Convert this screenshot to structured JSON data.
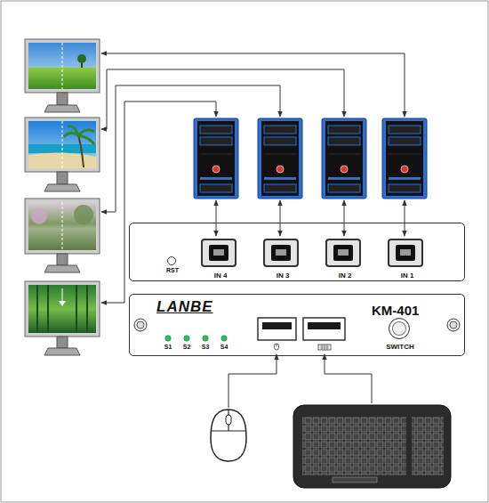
{
  "diagram": {
    "nodes": [
      {
        "text": [
          "RST"
        ]
      },
      {
        "text": [
          "IN 4"
        ],
        "in": 0
      },
      {
        "text": [
          "IN 3"
        ],
        "in": 0
      },
      {
        "text": [
          "IN 2"
        ],
        "in": 0
      },
      {
        "text": [
          "IN 1"
        ],
        "in": 0
      },
      {
        "text": [
          "LANBE",
          "KM-401"
        ]
      },
      {
        "text": [
          "SWITCH"
        ],
        "in": 5
      }
    ],
    "labels": [
      "S1",
      "S2",
      "S3",
      "S4"
    ]
  }
}
